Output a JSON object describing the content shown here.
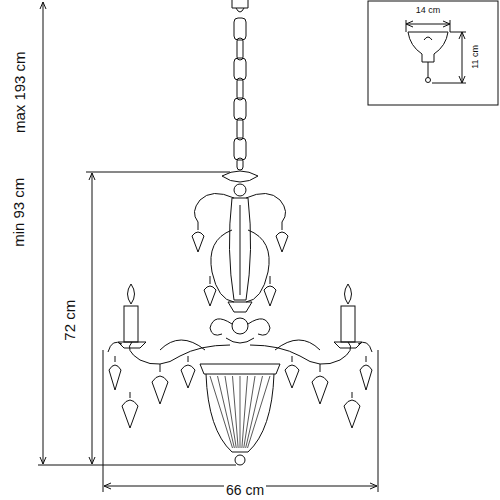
{
  "diagram": {
    "labels": [
      "max 193 cm",
      "min 93 cm",
      "72 cm",
      "66 cm",
      "14 cm",
      "11 cm"
    ]
  }
}
